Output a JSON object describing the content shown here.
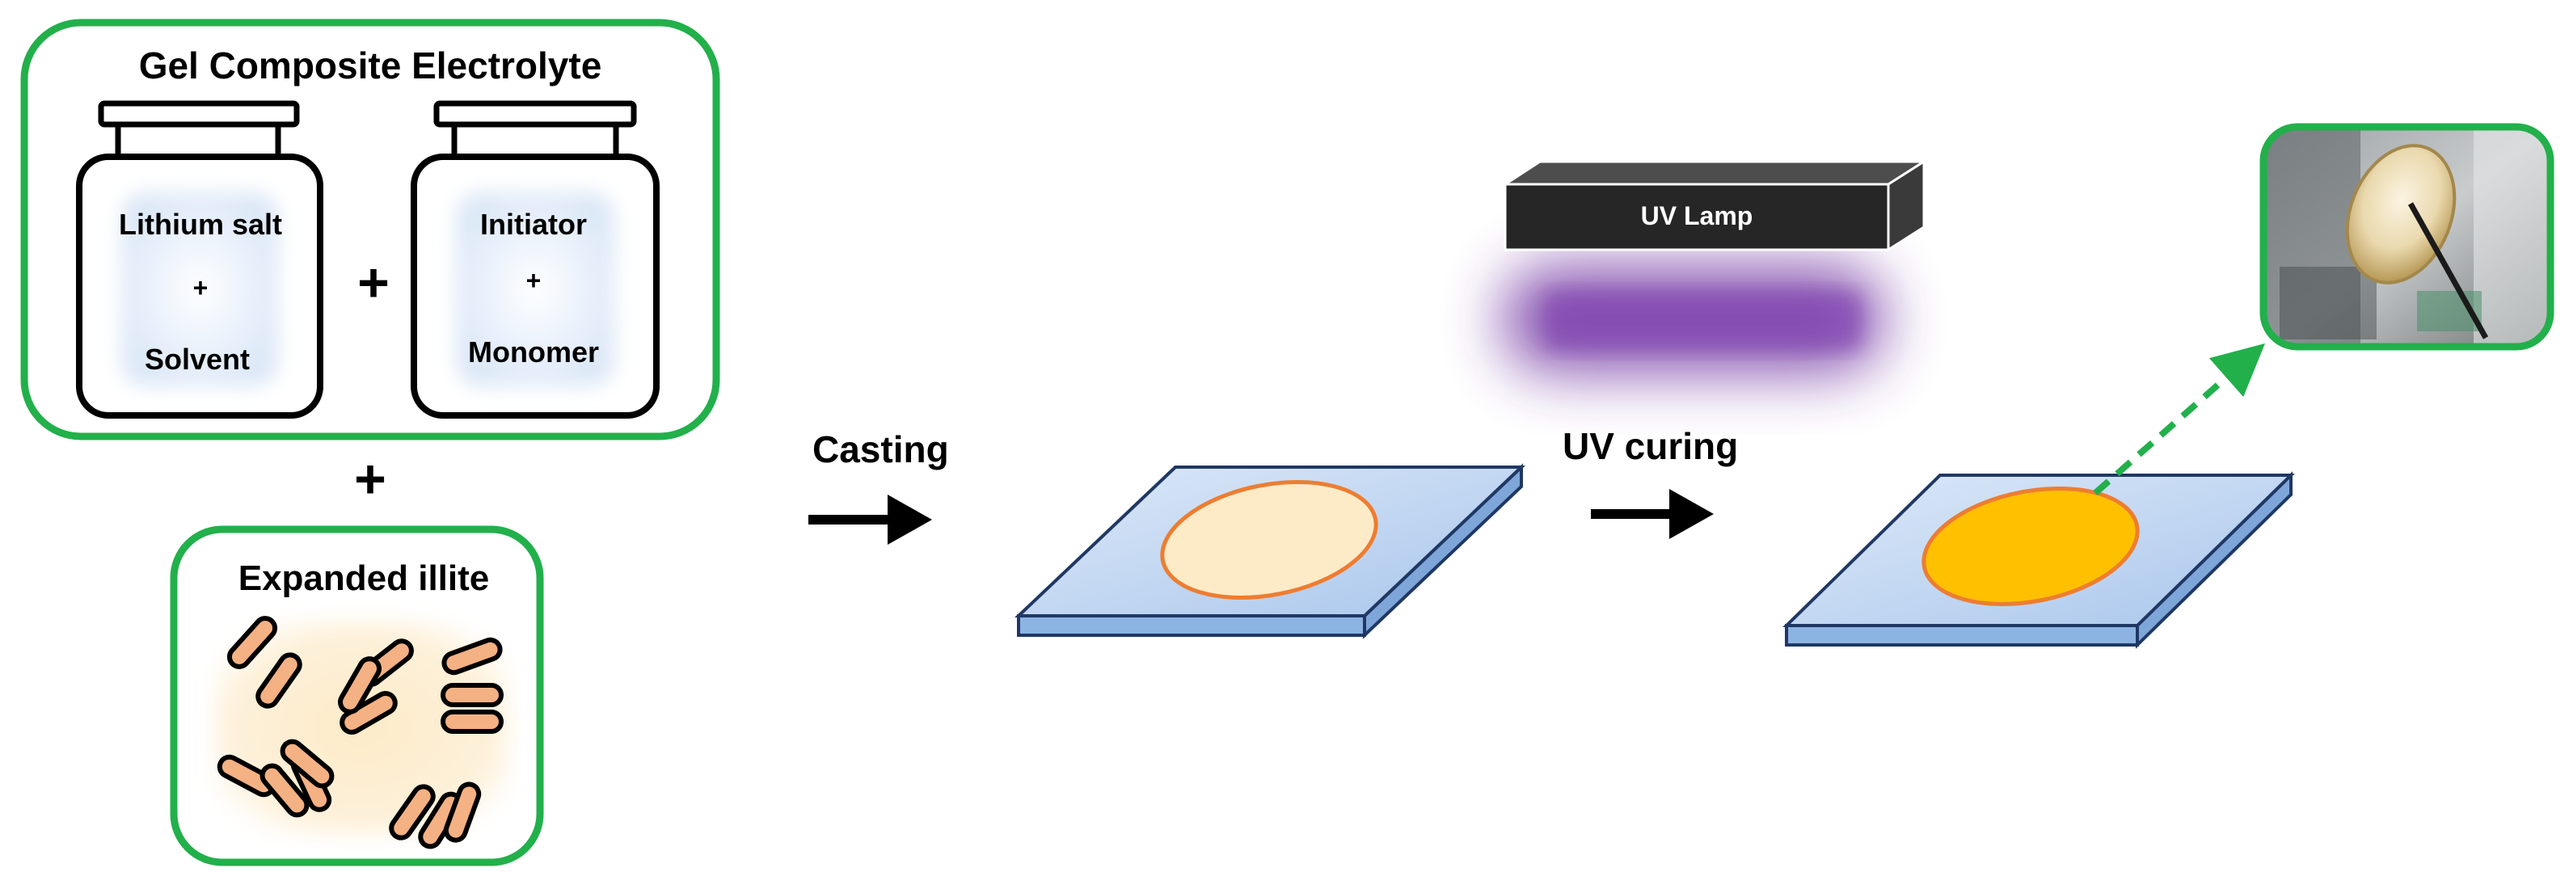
{
  "electrolyte": {
    "title": "Gel Composite Electrolyte",
    "jar_left": {
      "line1": "Lithium salt",
      "plus": "+",
      "line2": "Solvent"
    },
    "plus_between_jars": "+",
    "jar_right": {
      "line1": "Initiator",
      "plus": "+",
      "line2": "Monomer"
    }
  },
  "plus_below": "+",
  "illite": {
    "title": "Expanded illite"
  },
  "steps": {
    "casting": "Casting",
    "uv_curing": "UV curing"
  },
  "lamp": {
    "label": "UV Lamp"
  },
  "colors": {
    "green_border": "#22b04b",
    "glass_top": "#bcd4f2",
    "glass_edge": "#8db3e2",
    "glass_outline": "#1f3864",
    "film_wet": "#fdebc8",
    "film_cured": "#ffc000",
    "film_outline": "#ed7d31",
    "rod_fill": "#f4b183",
    "uv_glow": "#7030a0",
    "lamp_dark": "#2b2b2b"
  }
}
